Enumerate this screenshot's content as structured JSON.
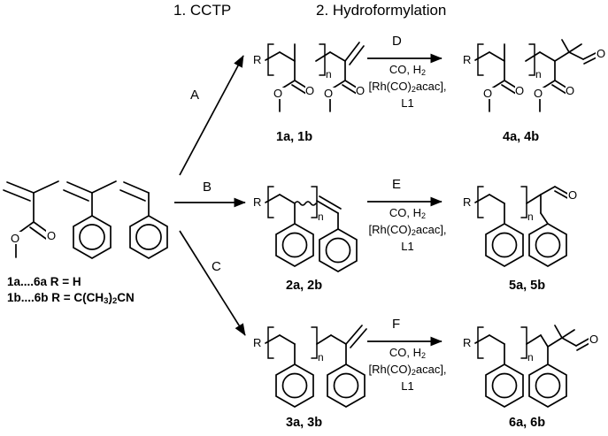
{
  "figure": {
    "type": "reaction-scheme",
    "title": "CCTP and hydroformylation of methacrylate and styrenic macromonomers",
    "steps": [
      {
        "id": "step1",
        "label": "1. CCTP"
      },
      {
        "id": "step2",
        "label": "2. Hydroformylation"
      }
    ]
  },
  "monomers": {
    "items": [
      {
        "name": "methyl-methacrylate",
        "atoms": {
          "o_ester": "O",
          "o_carbonyl": "O"
        }
      },
      {
        "name": "alpha-methylstyrene",
        "atoms": {}
      },
      {
        "name": "styrene",
        "atoms": {}
      }
    ],
    "r_definitions": [
      {
        "range": "1a....6a",
        "text": "1a....6a R = H"
      },
      {
        "range": "1b....6b",
        "text": "1b....6b R = C(CH"
      }
    ],
    "r_def_a": "1a....6a R = H",
    "r_def_b_pre": "1b....6b R = C(CH",
    "r_def_b_sub": "3",
    "r_def_b_mid": ")",
    "r_def_b_sub2": "2",
    "r_def_b_post": "CN"
  },
  "cctp_arrows": [
    {
      "name": "arrow-a",
      "label": "A"
    },
    {
      "name": "arrow-b",
      "label": "B"
    },
    {
      "name": "arrow-c",
      "label": "C"
    }
  ],
  "rows": [
    {
      "id": "row-mma",
      "macromonomer": {
        "name": "pmma-macromonomer",
        "label": "1a, 1b",
        "r_group": "R",
        "repeat": "n",
        "atoms": {
          "o1": "O",
          "o2": "O",
          "o3": "O",
          "o4": "O"
        }
      },
      "arrow": {
        "name": "hydroformylation-arrow-d",
        "label": "D",
        "conditions": [
          {
            "text_pre": "CO, H",
            "sub": "2",
            "text_post": ""
          },
          {
            "text_pre": "[Rh(CO)",
            "sub": "2",
            "text_post": "acac],"
          },
          {
            "text_pre": "L1",
            "sub": "",
            "text_post": ""
          }
        ]
      },
      "product": {
        "name": "pmma-aldehyde-product",
        "label": "4a, 4b",
        "r_group": "R",
        "repeat": "n",
        "atoms": {
          "o1": "O",
          "o2": "O",
          "o3": "O",
          "o4": "O",
          "cho": "O"
        }
      }
    },
    {
      "id": "row-styrene",
      "macromonomer": {
        "name": "polystyrene-internal-alkene-macromonomer",
        "label": "2a, 2b",
        "r_group": "R",
        "repeat": "n",
        "atoms": {}
      },
      "arrow": {
        "name": "hydroformylation-arrow-e",
        "label": "E",
        "conditions": [
          {
            "text_pre": "CO, H",
            "sub": "2",
            "text_post": ""
          },
          {
            "text_pre": "[Rh(CO)",
            "sub": "2",
            "text_post": "acac],"
          },
          {
            "text_pre": "L1",
            "sub": "",
            "text_post": ""
          }
        ]
      },
      "product": {
        "name": "polystyrene-aldehyde-product",
        "label": "5a, 5b",
        "r_group": "R",
        "repeat": "n",
        "atoms": {
          "cho": "O"
        }
      }
    },
    {
      "id": "row-amstyrene",
      "macromonomer": {
        "name": "poly-alpha-methylstyrene-macromonomer",
        "label": "3a, 3b",
        "r_group": "R",
        "repeat": "n",
        "atoms": {}
      },
      "arrow": {
        "name": "hydroformylation-arrow-f",
        "label": "F",
        "conditions": [
          {
            "text_pre": "CO, H",
            "sub": "2",
            "text_post": ""
          },
          {
            "text_pre": "[Rh(CO)",
            "sub": "2",
            "text_post": "acac],"
          },
          {
            "text_pre": "L1",
            "sub": "",
            "text_post": ""
          }
        ]
      },
      "product": {
        "name": "poly-alpha-methylstyrene-aldehyde-product",
        "label": "6a, 6b",
        "r_group": "R",
        "repeat": "n",
        "atoms": {
          "cho": "O"
        }
      }
    }
  ],
  "colors": {
    "stroke": "#000000",
    "background": "#ffffff"
  }
}
